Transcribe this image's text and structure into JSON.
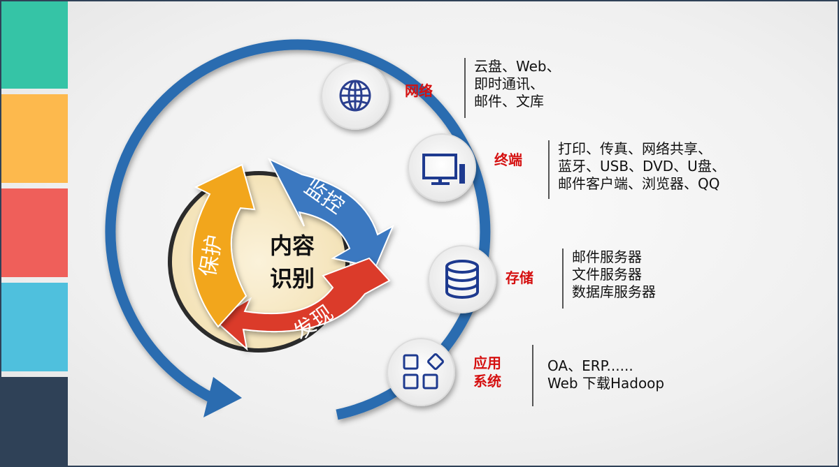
{
  "colors": {
    "bars": [
      "#35c4a6",
      "#fdb94d",
      "#ef5f5a",
      "#4fc0dd",
      "#2f4157"
    ],
    "ring": "#2b6cb0",
    "label": "#d51010",
    "monitor": "#3a78c0",
    "discover": "#db3a2c",
    "protect": "#f2a61c"
  },
  "center": {
    "line1": "内容",
    "line2": "识别"
  },
  "cycle": {
    "monitor": "监控",
    "discover": "发现",
    "protect": "保护"
  },
  "nodes": [
    {
      "icon": "globe-icon",
      "label": "网络",
      "lines": [
        "云盘、Web、",
        "即时通讯、",
        "邮件、文库"
      ]
    },
    {
      "icon": "monitor-icon",
      "label": "终端",
      "lines": [
        "打印、传真、网络共享、",
        "蓝牙、USB、DVD、U盘、",
        "邮件客户端、浏览器、QQ"
      ]
    },
    {
      "icon": "database-icon",
      "label": "存储",
      "lines": [
        "邮件服务器",
        "文件服务器",
        "数据库服务器"
      ]
    },
    {
      "icon": "apps-grid-icon",
      "label": "应用系统",
      "label_lines": [
        "应用",
        "系统"
      ],
      "lines": [
        "OA、ERP......",
        "Web 下载Hadoop"
      ]
    }
  ]
}
